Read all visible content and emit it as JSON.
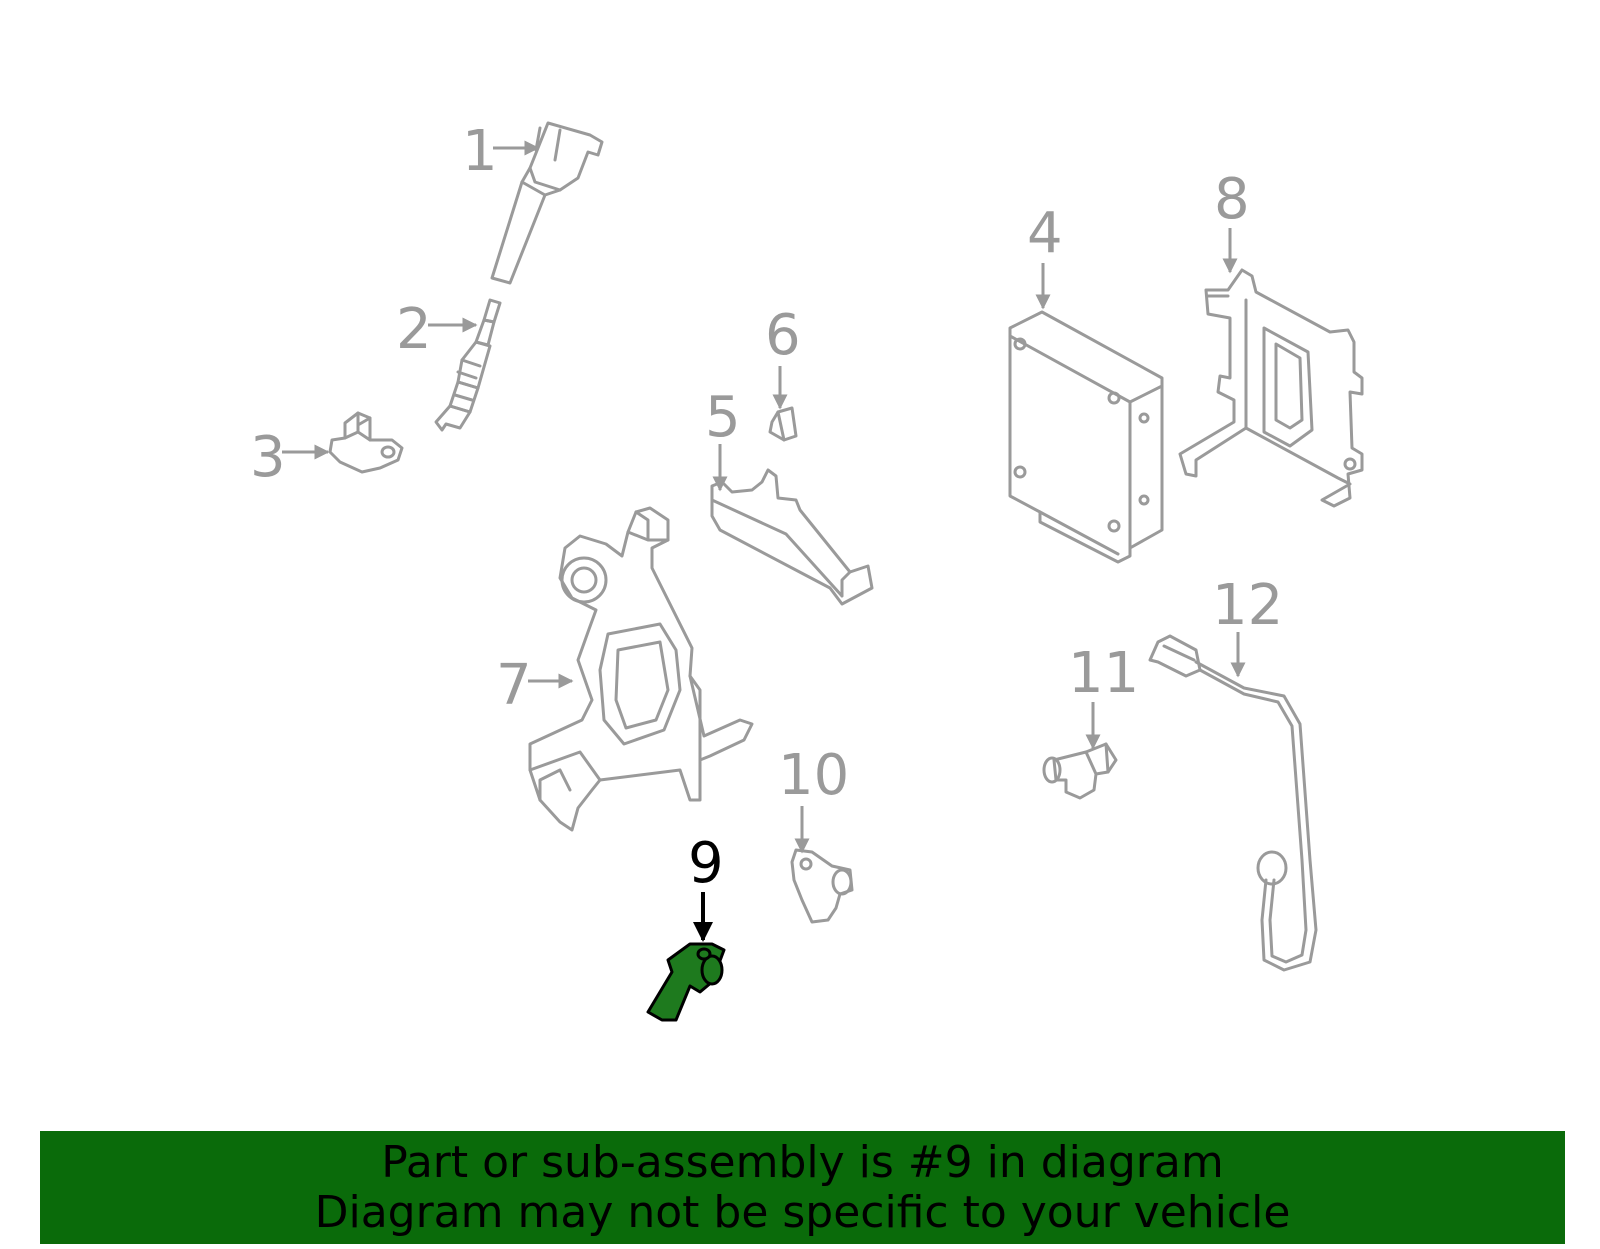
{
  "callouts": {
    "c1": "1",
    "c2": "2",
    "c3": "3",
    "c4": "4",
    "c5": "5",
    "c6": "6",
    "c7": "7",
    "c8": "8",
    "c9": "9",
    "c10": "10",
    "c11": "11",
    "c12": "12"
  },
  "highlighted_part": "9",
  "colors": {
    "highlight_fill": "#1e7a1e",
    "part_stroke": "#9a9a9a",
    "banner_bg": "#0a6b0a",
    "banner_text": "#000000"
  },
  "banner": {
    "line1": "Part or sub-assembly is #9 in diagram",
    "line2": "Diagram may not be specific to your vehicle"
  }
}
